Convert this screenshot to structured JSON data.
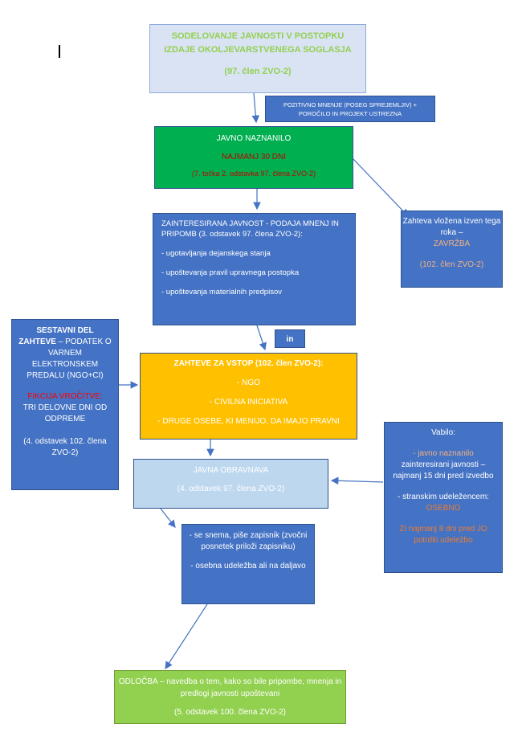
{
  "title_box": {
    "line1": "SODELOVANJE JAVNOSTI V POSTOPKU",
    "line2": "IZDAJE OKOLJEVARSTVENEGA SOGLASJA",
    "line3": "(97. člen ZVO-2)"
  },
  "note_box": {
    "line1": "POZITIVNO  MNENJE (POSEG SPREJEMLJIV)  +",
    "line2": "POROČILO IN PROJEKT USTREZNA"
  },
  "javno_naznanilo": {
    "title": "JAVNO NAZNANILO",
    "min_prefix": "NAJMANJ",
    "min_suffix": " 30 DNI",
    "ref": "(7. točka 2. odstavka 97. člena ZVO-2)"
  },
  "zainteresirana": {
    "heading": "ZAINTERESIRANA JAVNOST -  PODAJA MNENJ IN PRIPOMB (3. odstavek 97. člena ZVO-2):",
    "items": [
      "- ugotavljanja dejanskega stanja",
      "- upoštevanja pravil upravnega postopka",
      "- upoštevanja materialnih predpisov"
    ]
  },
  "zahteva_vlozena": {
    "line1": "Zahteva vložena izven tega roka –",
    "line2": "ZAVRŽBA",
    "line3": "(102. člen ZVO-2)"
  },
  "in_label": "in",
  "sestavni_del": {
    "bold": "SESTAVNI DEL ZAHTEVE",
    "rest": " – PODATEK O VARNEM ELEKTRONSKEM PREDALU (NGO+CI)",
    "red": "FIKCIJA VROČITVE:",
    "days": "TRI DELOVNE DNI OD ODPREME",
    "ref": "(4. odstavek 102. člena ZVO-2)"
  },
  "zahteve_vstop": {
    "title": "ZAHTEVE ZA VSTOP (102. člen ZVO-2):",
    "items": [
      "- NGO",
      "- CIVILNA INICIATIVA",
      "- DRUGE OSEBE, KI MENIJO, DA IMAJO PRAVNI"
    ]
  },
  "vabilo": {
    "title": "Vabilo:",
    "p1_or": "- javno naznanilo",
    "p1_rest": "zainteresirani javnosti – najmanj 15 dni pred izvedbo",
    "p2_rest": "- stranskim udeležencem: ",
    "p2_or": "OSEBNO",
    "p3": "ZI najmanj 8 dni pred JO potrditi udeležbo"
  },
  "javna_obravnava": {
    "title": "JAVNA OBRAVNAVA",
    "ref": "(4. odstavek 97. člena ZVO-2)"
  },
  "se_snema": {
    "p1": "- se snema, piše zapisnik (zvočni posnetek priloži zapisniku)",
    "p2": "- osebna udeležba ali na daljavo"
  },
  "odlocba": {
    "line1": "ODLOČBA – navedba o tem, kako so bile pripombe, mnenja in predlogi javnosti upoštevani",
    "line2": "(5. odstavek 100. člena ZVO-2)"
  },
  "colors": {
    "box_blue": "#4472c4",
    "light_blue": "#dae3f3",
    "green": "#00b050",
    "yellow": "#ffc000",
    "light_green": "#92d050",
    "accent_green_text": "#92d050",
    "orange_text": "#f4b183",
    "red_text": "#c00000"
  }
}
